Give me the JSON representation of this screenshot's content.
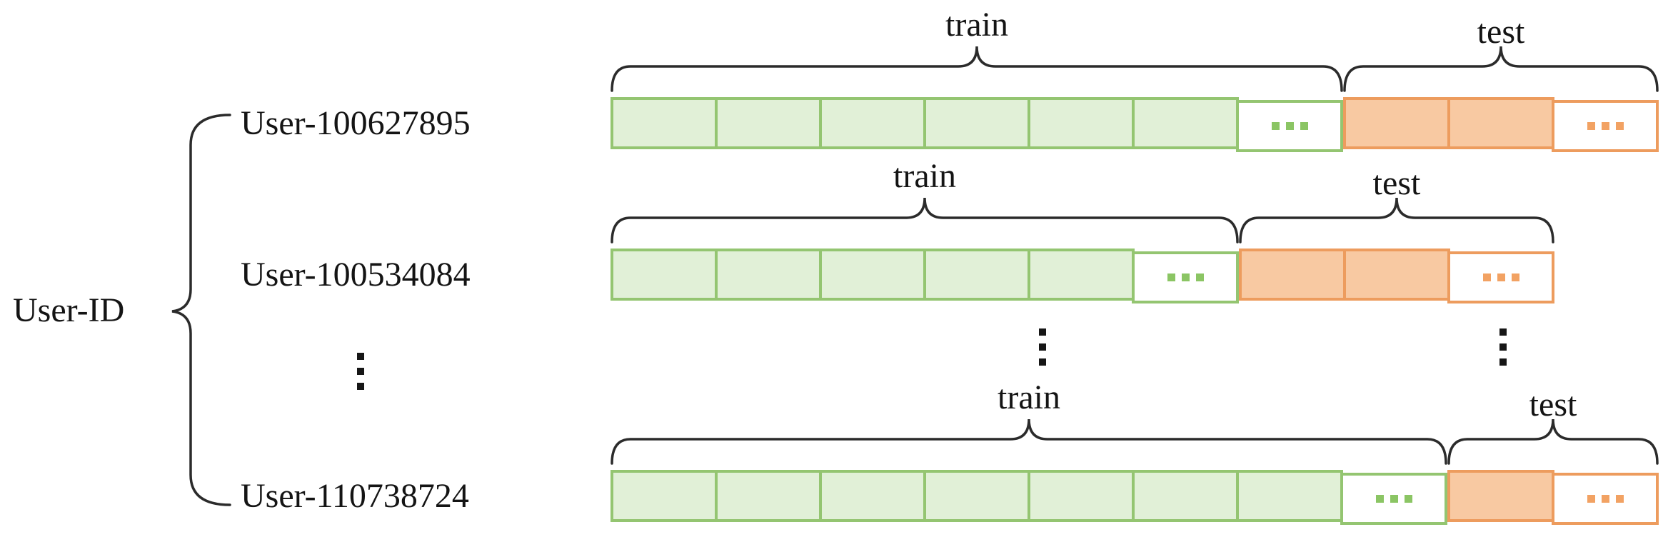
{
  "figure": {
    "group_label": "User-ID",
    "segment_labels": {
      "train": "train",
      "test": "test"
    },
    "users": [
      {
        "id": "User-100627895",
        "train_cells": 6,
        "train_ellipsis": true,
        "test_cells": 2,
        "test_ellipsis": true
      },
      {
        "id": "User-100534084",
        "train_cells": 5,
        "train_ellipsis": true,
        "test_cells": 2,
        "test_ellipsis": true
      },
      {
        "id": "User-110738724",
        "train_cells": 7,
        "train_ellipsis": true,
        "test_cells": 1,
        "test_ellipsis": true
      }
    ],
    "users_ellipsis": "⋮",
    "rows_ellipsis": "⋮",
    "cell_ellipsis": "...",
    "colors": {
      "train_fill": "#e1f0d7",
      "train_border": "#94c571",
      "train_dots": "#8bc564",
      "test_fill": "#f8c9a2",
      "test_border": "#ed9c5e",
      "test_dots": "#f2a263",
      "ink": "#2b2b2b",
      "text": "#141414"
    }
  }
}
